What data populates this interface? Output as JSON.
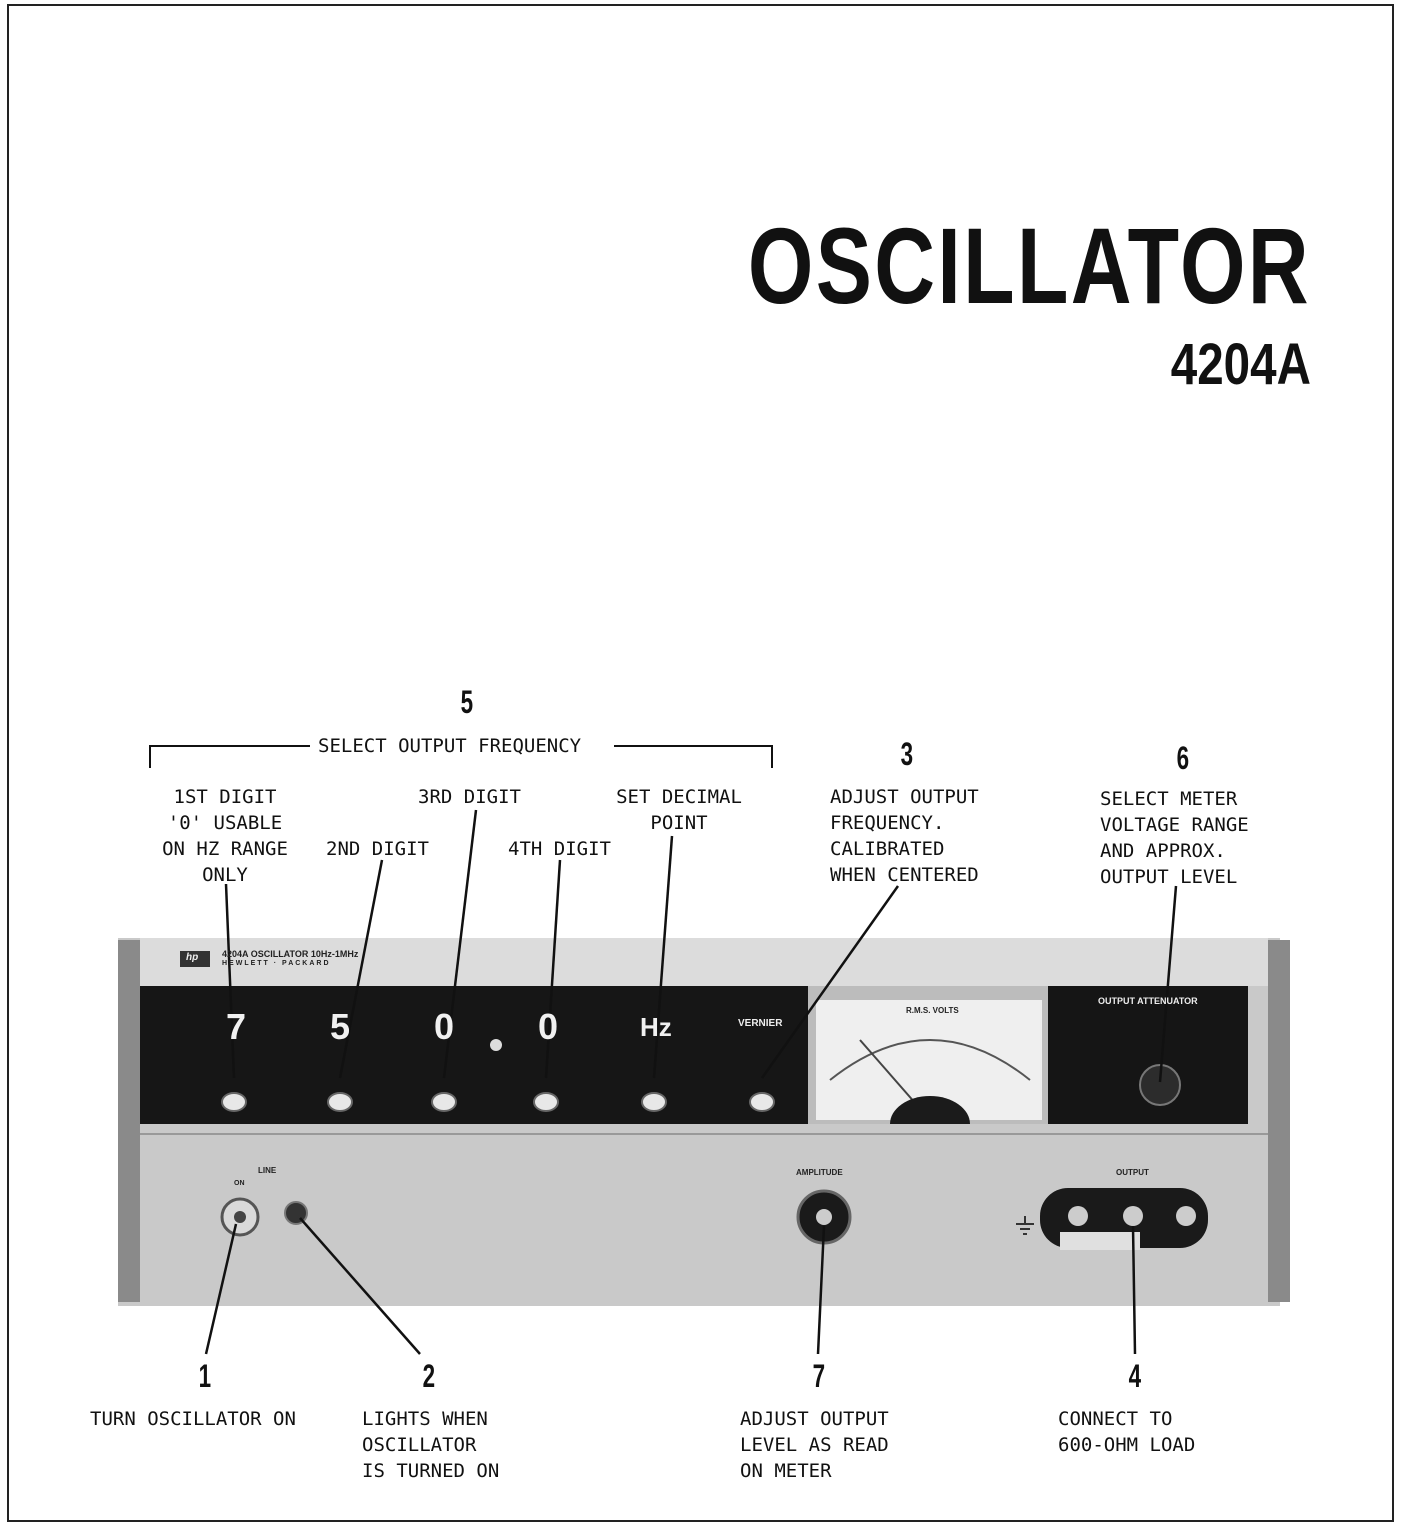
{
  "heading": {
    "title": "OSCILLATOR",
    "model": "4204A"
  },
  "bracket_label": "SELECT OUTPUT FREQUENCY",
  "callouts": {
    "n5": "5",
    "n3": "3",
    "n6": "6",
    "n1": "1",
    "n2": "2",
    "n7": "7",
    "n4": "4",
    "digit1": [
      "1ST DIGIT",
      "'0' USABLE",
      "ON HZ RANGE",
      "ONLY"
    ],
    "digit2": "2ND DIGIT",
    "digit3": "3RD DIGIT",
    "digit4": "4TH DIGIT",
    "decimal": [
      "SET DECIMAL",
      "POINT"
    ],
    "vernier": [
      "ADJUST OUTPUT",
      "FREQUENCY.",
      "CALIBRATED",
      "WHEN CENTERED"
    ],
    "range": [
      "SELECT METER",
      "VOLTAGE RANGE",
      "AND APPROX.",
      "OUTPUT LEVEL"
    ],
    "power": "TURN OSCILLATOR ON",
    "lamp": [
      "LIGHTS WHEN",
      "OSCILLATOR",
      "IS TURNED ON"
    ],
    "amplitude": [
      "ADJUST OUTPUT",
      "LEVEL AS READ",
      "ON METER"
    ],
    "output": [
      "CONNECT TO",
      "600-OHM LOAD"
    ]
  },
  "instrument": {
    "nameplate": "4204A OSCILLATOR  10Hz-1MHz",
    "brand": "HEWLETT · PACKARD",
    "logo": "hp",
    "digits": [
      "7",
      "5",
      "0",
      "0"
    ],
    "unit": "Hz",
    "vernier_label": "VERNIER",
    "meter_label": "R.M.S. VOLTS",
    "attenuator_label": "OUTPUT ATTENUATOR",
    "line_label": "LINE",
    "on_label": "ON",
    "amplitude_label": "AMPLITUDE",
    "output_label": "OUTPUT"
  }
}
